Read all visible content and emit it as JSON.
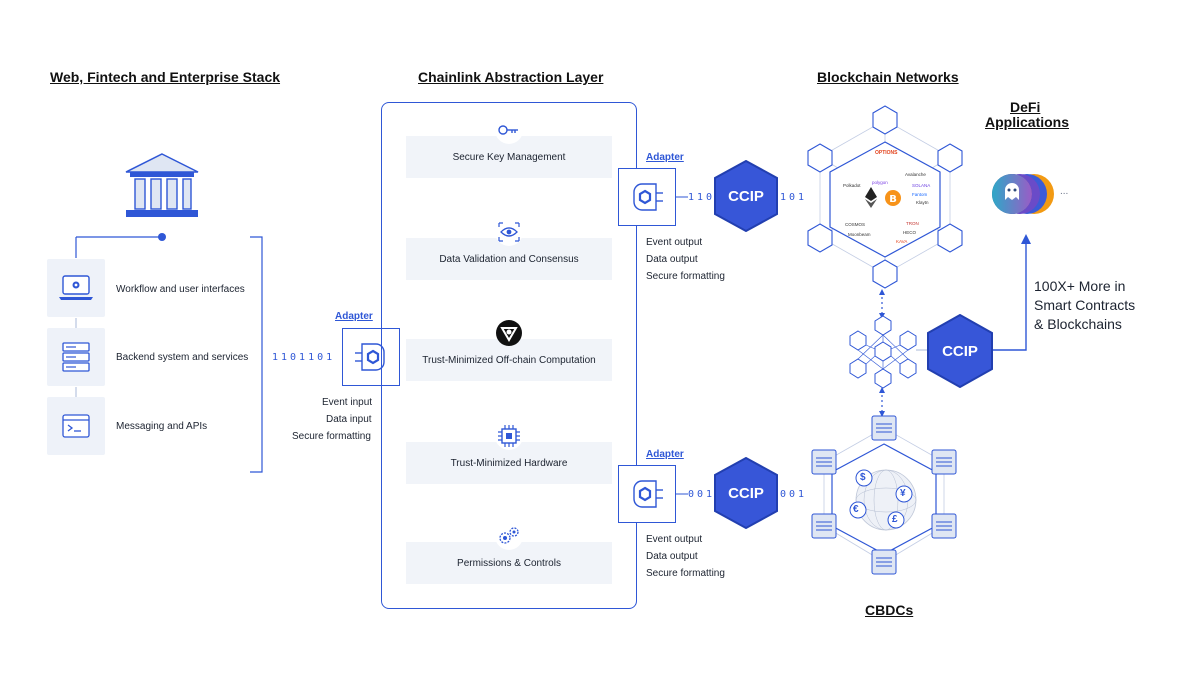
{
  "headings": {
    "stack": "Web, Fintech and Enterprise Stack",
    "layer": "Chainlink Abstraction Layer",
    "networks": "Blockchain Networks",
    "defi_line1": "DeFi",
    "defi_line2": "Applications",
    "cbdcs": "CBDCs"
  },
  "stack_items": [
    {
      "label": "Workflow and user interfaces",
      "icon": "laptop-gear-icon"
    },
    {
      "label": "Backend system and services",
      "icon": "server-icon"
    },
    {
      "label": "Messaging and APIs",
      "icon": "terminal-window-icon"
    }
  ],
  "left_adapter": {
    "label": "Adapter",
    "bits": "1101101",
    "lines": [
      "Event input",
      "Data input",
      "Secure formatting"
    ]
  },
  "services": [
    {
      "label": "Secure Key Management",
      "icon": "key-icon"
    },
    {
      "label": "Data Validation and Consensus",
      "icon": "eye-icon"
    },
    {
      "label": "Trust-Minimized Off-chain Computation",
      "icon": "compute-logo-icon"
    },
    {
      "label": "Trust-Minimized Hardware",
      "icon": "chip-icon"
    },
    {
      "label": "Permissions & Controls",
      "icon": "gears-icon"
    }
  ],
  "top_adapter": {
    "label": "Adapter",
    "bits_left": "110",
    "ccip": "CCIP",
    "bits_right": "101",
    "lines": [
      "Event output",
      "Data output",
      "Secure formatting"
    ]
  },
  "bottom_adapter": {
    "label": "Adapter",
    "bits_left": "001",
    "ccip": "CCIP",
    "bits_right": "001",
    "lines": [
      "Event output",
      "Data output",
      "Secure formatting"
    ]
  },
  "middle_ccip": "CCIP",
  "more_text": [
    "100X+ More in",
    "Smart Contracts",
    "& Blockchains"
  ],
  "defi_ellipsis": "...",
  "network_logos": [
    "OPTIONS",
    "Polkadot",
    "polygon",
    "COSMOS",
    "Avalanche",
    "SOLANA",
    "Klaytn",
    "Fantom",
    "TRON",
    "KAVA",
    "HECO",
    "Moonbeam"
  ],
  "currency_symbols": [
    "$",
    "¥",
    "€",
    "£"
  ],
  "colors": {
    "accent": "#2f57d6",
    "ccip_fill": "#3756d8",
    "card_bg": "#eef2f9",
    "line_light": "#aab8d8"
  }
}
